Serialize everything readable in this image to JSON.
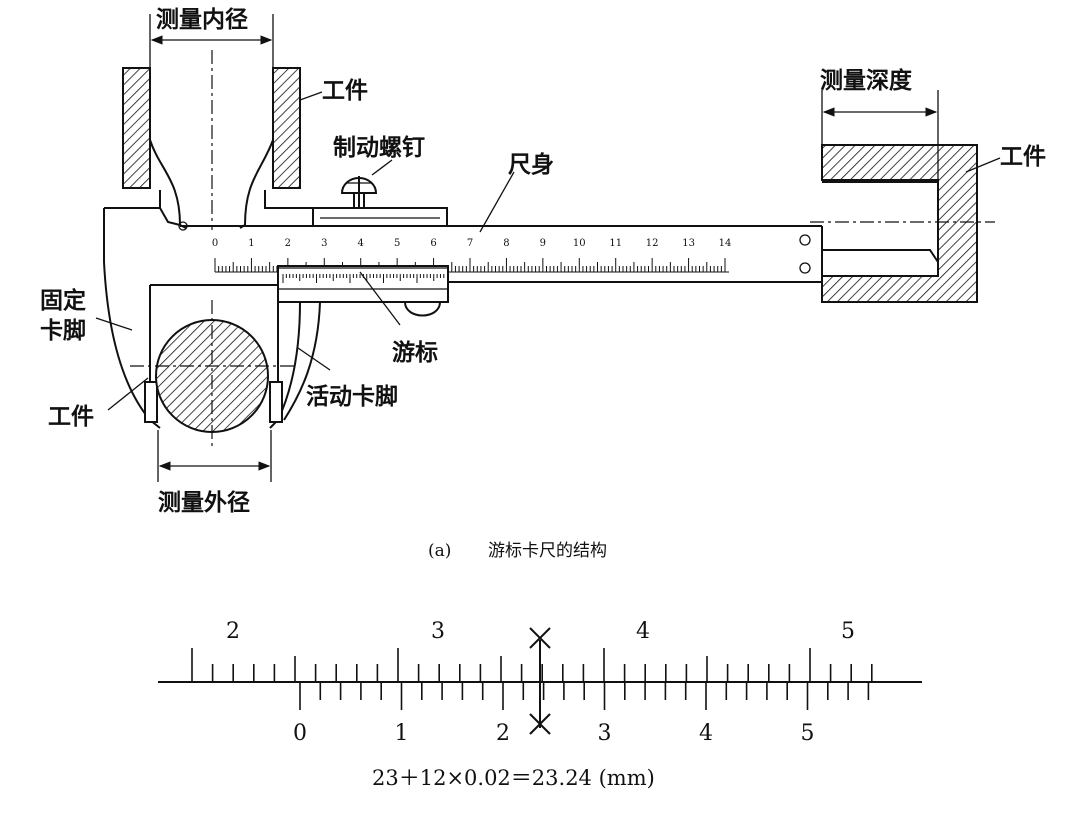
{
  "labels": {
    "measure_inner": "测量内径",
    "workpiece_top": "工件",
    "brake_screw": "制动螺钉",
    "ruler_body": "尺身",
    "measure_depth": "测量深度",
    "workpiece_right": "工件",
    "fixed_jaw_1": "固定",
    "fixed_jaw_2": "卡脚",
    "vernier": "游标",
    "movable_jaw": "活动卡脚",
    "workpiece_left": "工件",
    "measure_outer": "测量外径"
  },
  "caption": {
    "prefix": "(a)",
    "text": "游标卡尺的结构"
  },
  "main_scale_numbers": [
    "0",
    "1",
    "2",
    "3",
    "4",
    "5",
    "6",
    "7",
    "8",
    "9",
    "10",
    "11",
    "12",
    "13",
    "14"
  ],
  "reading": {
    "main_numbers": [
      "2",
      "3",
      "4",
      "5"
    ],
    "vernier_numbers": [
      "0",
      "1",
      "2",
      "3",
      "4",
      "5"
    ],
    "formula": "23＋12×0.02＝23.24 (mm)"
  }
}
